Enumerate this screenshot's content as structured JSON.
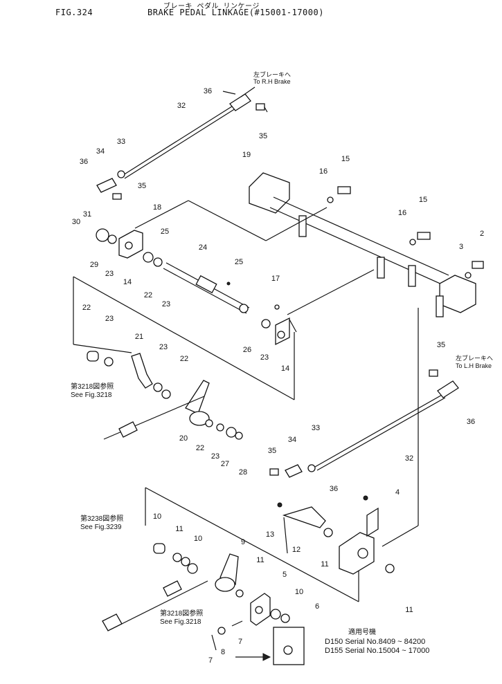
{
  "header": {
    "fig_no": "FIG.324",
    "title_jp": "ブレーキ ペダル リンケージ",
    "title_en": "BRAKE PEDAL LINKAGE(#15001-17000)"
  },
  "notes": {
    "rh_brake_jp": "左ブレーキへ",
    "rh_brake_en": "To R.H Brake",
    "lh_brake_jp": "左ブレーキへ",
    "lh_brake_en": "To L.H Brake",
    "fig3218_top_jp": "第3218図参照",
    "fig3218_top_en": "See Fig.3218",
    "fig3239_jp": "第3238図参照",
    "fig3239_en": "See Fig.3239",
    "fig3218_bottom_jp": "第3218図参照",
    "fig3218_bottom_en": "See Fig.3218"
  },
  "serial": {
    "heading": "適用号機",
    "row1": "D150 Serial No.8409 ~ 84200",
    "row2": "D155 Serial No.15004 ~ 17000"
  },
  "callouts": [
    "36",
    "32",
    "35",
    "33",
    "34",
    "36",
    "35",
    "19",
    "16",
    "15",
    "18",
    "31",
    "30",
    "29",
    "23",
    "14",
    "25",
    "24",
    "25",
    "16",
    "15",
    "2",
    "3",
    "22",
    "23",
    "17",
    "26",
    "23",
    "14",
    "22",
    "23",
    "21",
    "23",
    "22",
    "20",
    "22",
    "23",
    "27",
    "28",
    "35",
    "35",
    "33",
    "32",
    "36",
    "34",
    "36",
    "4",
    "10",
    "11",
    "10",
    "13",
    "12",
    "11",
    "9",
    "11",
    "5",
    "11",
    "10",
    "6",
    "7",
    "8",
    "7"
  ]
}
